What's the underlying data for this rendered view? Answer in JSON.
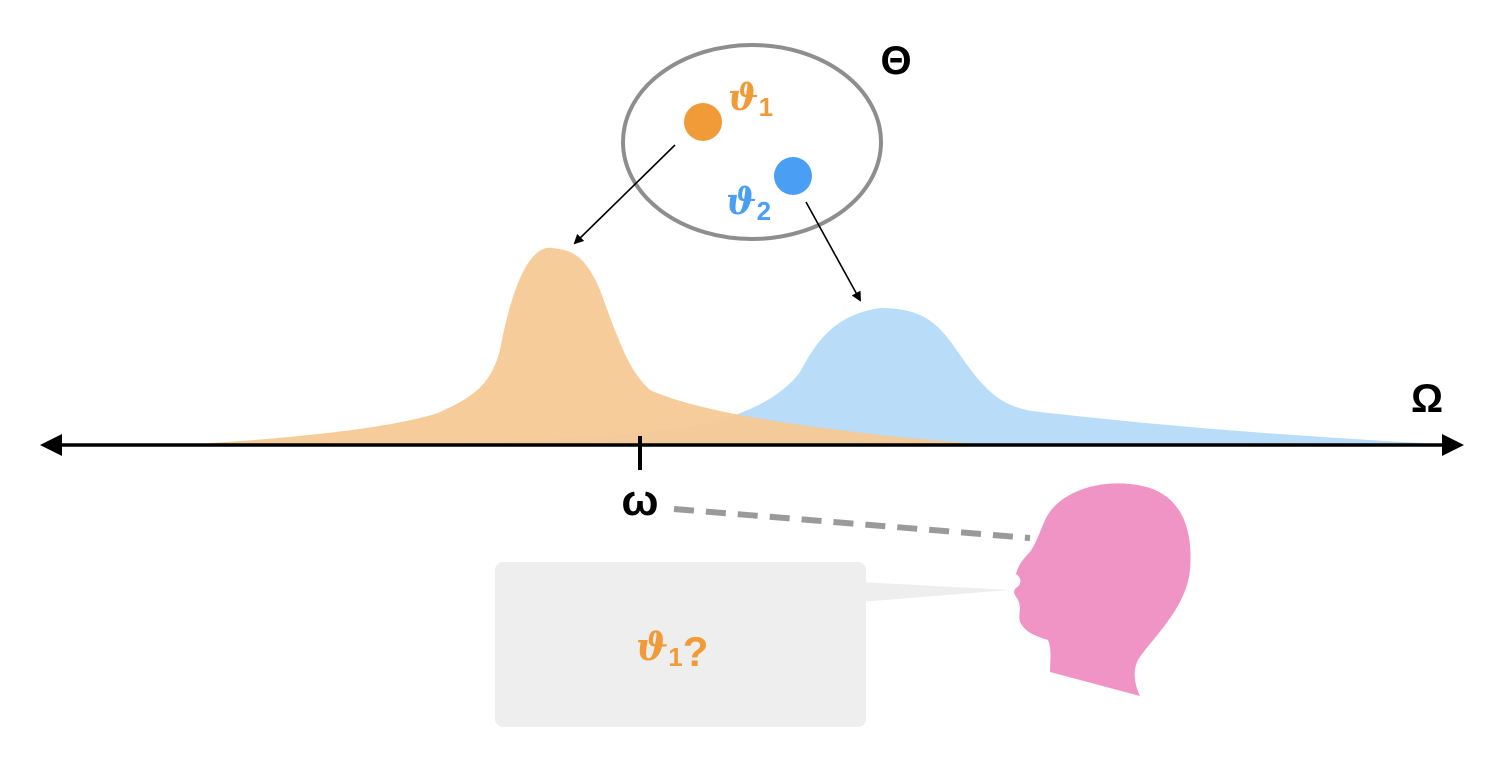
{
  "diagram": {
    "parameter_space_label": "Θ",
    "outcome_space_label": "Ω",
    "observation_label": "ω",
    "theta1": {
      "symbol": "ϑ",
      "subscript": "1"
    },
    "theta2": {
      "symbol": "ϑ",
      "subscript": "2"
    },
    "speech": {
      "symbol": "ϑ",
      "subscript": "1",
      "question": "?"
    }
  },
  "colors": {
    "theta1": "#f19b38",
    "theta1_fill": "#f6c995",
    "theta2": "#4a9ff5",
    "theta2_fill": "#b5dbf8",
    "ellipse": "#8e8e8e",
    "axis": "#000000",
    "dashed": "#9a9a9a",
    "speech_bubble": "#eeeeee",
    "head": "#f094c6"
  }
}
